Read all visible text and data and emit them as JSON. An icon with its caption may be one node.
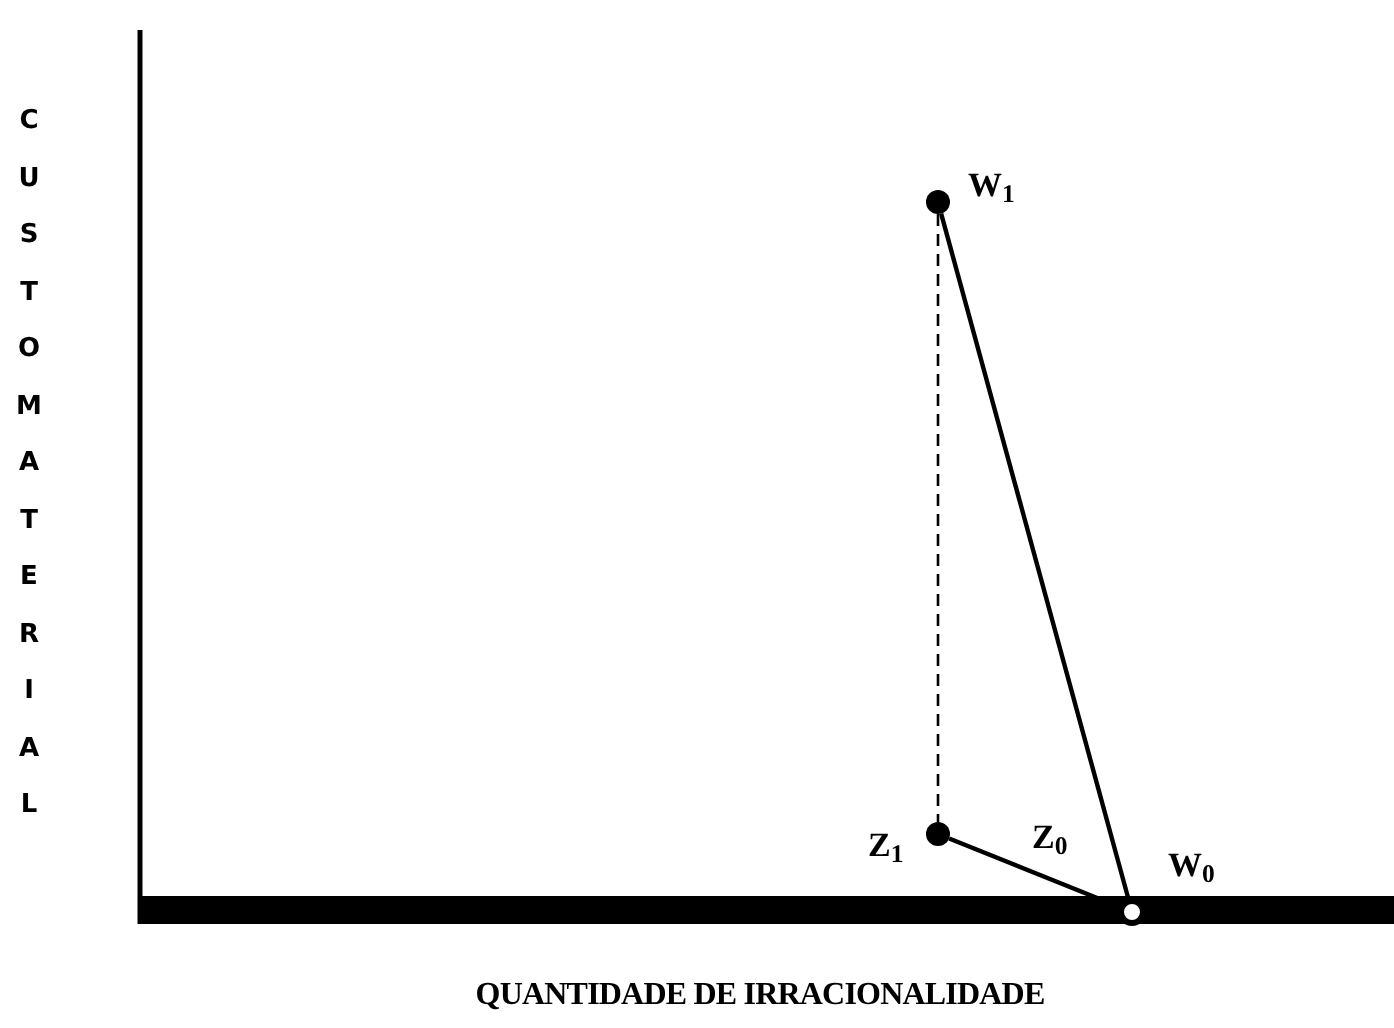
{
  "diagram": {
    "nodes": [
      {
        "text": [],
        "shape": "circle",
        "beside": [
          "W$_{1}$"
        ]
      },
      {
        "text": [],
        "shape": "circle",
        "beside": [
          "Z$_{1}$"
        ]
      },
      {
        "text": [],
        "shape": "circle",
        "beside": [
          "W$_{0}$"
        ]
      }
    ],
    "edges": [
      {
        "from": 0,
        "to": 1,
        "arrow": "none",
        "style": "dashed"
      },
      {
        "from": 0,
        "to": 2,
        "arrow": "none"
      },
      {
        "from": 1,
        "to": 2,
        "arrow": "none",
        "label": "Z$_{0}$"
      }
    ],
    "labels": [
      "CUSTO MATERIAL",
      "QUANTIDADE DE IRRACIONALIDADE"
    ]
  }
}
